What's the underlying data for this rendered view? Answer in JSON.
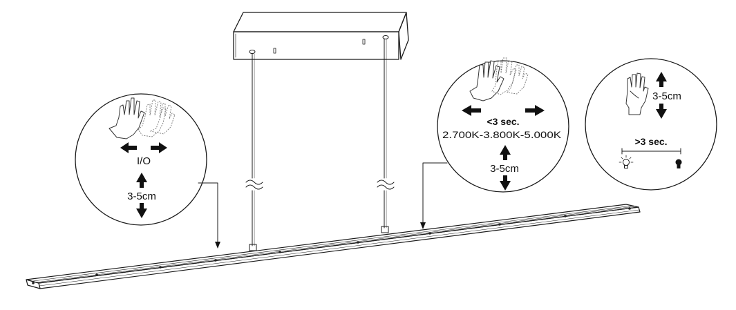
{
  "colors": {
    "line": "#1a1a1a",
    "fill": "#ffffff",
    "arrow": "#111111"
  },
  "icons": [
    "hand-swipe-icon",
    "hand-hold-icon",
    "bulb-dim-icon",
    "bulb-bright-icon",
    "arrow-icon",
    "break-symbol-icon"
  ],
  "circle_left": {
    "gesture_label": "I/O",
    "distance_label": "3-5cm"
  },
  "circle_middle": {
    "time_label": "<3 sec.",
    "color_temps_label": "2.700K-3.800K-5.000K",
    "distance_label": "3-5cm"
  },
  "circle_right": {
    "distance_label": "3-5cm",
    "time_label": ">3 sec."
  }
}
